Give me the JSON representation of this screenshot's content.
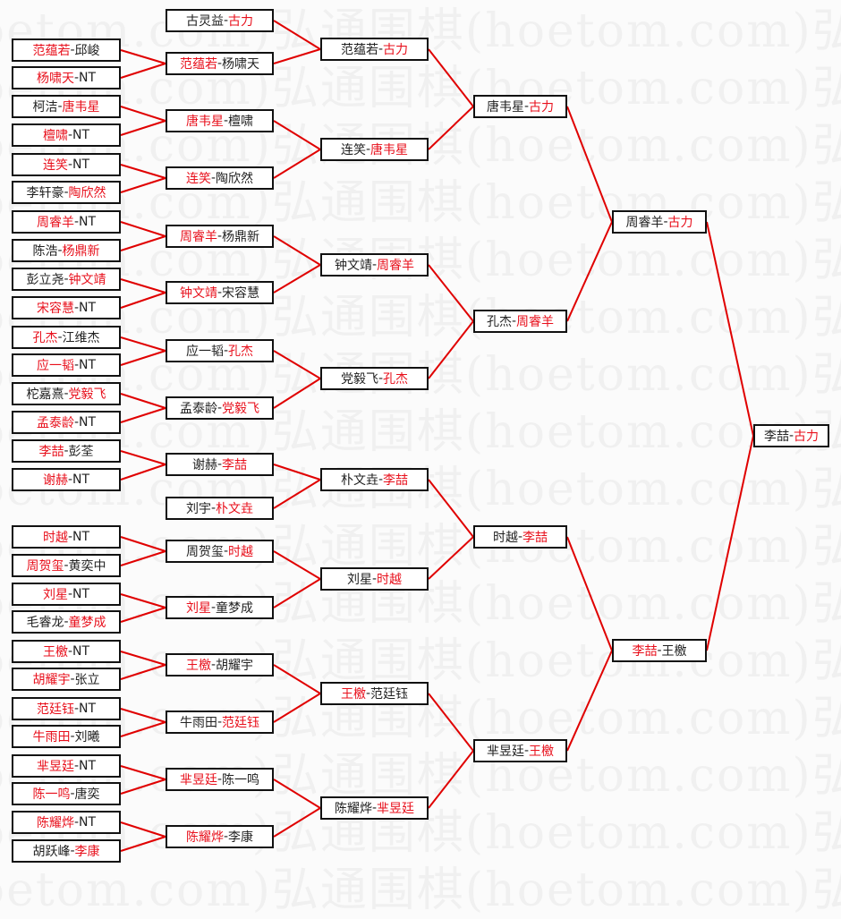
{
  "watermark": "弘通围棋(hoetom.com)",
  "colors": {
    "winner": "#e8101c",
    "line": "#e00000",
    "text": "#222222"
  },
  "separator": "-",
  "rounds": [
    {
      "name": "round-1",
      "matches": [
        {
          "p": [
            "范蕴若",
            "邱峻"
          ],
          "w": 0
        },
        {
          "p": [
            "杨啸天",
            "NT"
          ],
          "w": 0
        },
        {
          "p": [
            "柯洁",
            "唐韦星"
          ],
          "w": 1
        },
        {
          "p": [
            "檀啸",
            "NT"
          ],
          "w": 0
        },
        {
          "p": [
            "连笑",
            "NT"
          ],
          "w": 0
        },
        {
          "p": [
            "李轩豪",
            "陶欣然"
          ],
          "w": 1
        },
        {
          "p": [
            "周睿羊",
            "NT"
          ],
          "w": 0
        },
        {
          "p": [
            "陈浩",
            "杨鼎新"
          ],
          "w": 1
        },
        {
          "p": [
            "彭立尧",
            "钟文靖"
          ],
          "w": 1
        },
        {
          "p": [
            "宋容慧",
            "NT"
          ],
          "w": 0
        },
        {
          "p": [
            "孔杰",
            "江维杰"
          ],
          "w": 0
        },
        {
          "p": [
            "应一韬",
            "NT"
          ],
          "w": 0
        },
        {
          "p": [
            "柁嘉熹",
            "党毅飞"
          ],
          "w": 1
        },
        {
          "p": [
            "孟泰龄",
            "NT"
          ],
          "w": 0
        },
        {
          "p": [
            "李喆",
            "彭荃"
          ],
          "w": 0
        },
        {
          "p": [
            "谢赫",
            "NT"
          ],
          "w": 0
        },
        {
          "p": [
            "时越",
            "NT"
          ],
          "w": 0
        },
        {
          "p": [
            "周贺玺",
            "黄奕中"
          ],
          "w": 0
        },
        {
          "p": [
            "刘星",
            "NT"
          ],
          "w": 0
        },
        {
          "p": [
            "毛睿龙",
            "童梦成"
          ],
          "w": 1
        },
        {
          "p": [
            "王檄",
            "NT"
          ],
          "w": 0
        },
        {
          "p": [
            "胡耀宇",
            "张立"
          ],
          "w": 0
        },
        {
          "p": [
            "范廷钰",
            "NT"
          ],
          "w": 0
        },
        {
          "p": [
            "牛雨田",
            "刘曦"
          ],
          "w": 0
        },
        {
          "p": [
            "芈昱廷",
            "NT"
          ],
          "w": 0
        },
        {
          "p": [
            "陈一鸣",
            "唐奕"
          ],
          "w": 0
        },
        {
          "p": [
            "陈耀烨",
            "NT"
          ],
          "w": 0
        },
        {
          "p": [
            "胡跃峰",
            "李康"
          ],
          "w": 1
        }
      ]
    },
    {
      "name": "round-2",
      "matches": [
        {
          "p": [
            "古灵益",
            "古力"
          ],
          "w": 1
        },
        {
          "p": [
            "范蕴若",
            "杨啸天"
          ],
          "w": 0
        },
        {
          "p": [
            "唐韦星",
            "檀啸"
          ],
          "w": 0
        },
        {
          "p": [
            "连笑",
            "陶欣然"
          ],
          "w": 0
        },
        {
          "p": [
            "周睿羊",
            "杨鼎新"
          ],
          "w": 0
        },
        {
          "p": [
            "钟文靖",
            "宋容慧"
          ],
          "w": 0
        },
        {
          "p": [
            "应一韬",
            "孔杰"
          ],
          "w": 1
        },
        {
          "p": [
            "孟泰龄",
            "党毅飞"
          ],
          "w": 1
        },
        {
          "p": [
            "谢赫",
            "李喆"
          ],
          "w": 1
        },
        {
          "p": [
            "刘宇",
            "朴文垚"
          ],
          "w": 1
        },
        {
          "p": [
            "周贺玺",
            "时越"
          ],
          "w": 1
        },
        {
          "p": [
            "刘星",
            "童梦成"
          ],
          "w": 0
        },
        {
          "p": [
            "王檄",
            "胡耀宇"
          ],
          "w": 0
        },
        {
          "p": [
            "牛雨田",
            "范廷钰"
          ],
          "w": 1
        },
        {
          "p": [
            "芈昱廷",
            "陈一鸣"
          ],
          "w": 0
        },
        {
          "p": [
            "陈耀烨",
            "李康"
          ],
          "w": 0
        }
      ]
    },
    {
      "name": "round-3",
      "matches": [
        {
          "p": [
            "范蕴若",
            "古力"
          ],
          "w": 1
        },
        {
          "p": [
            "连笑",
            "唐韦星"
          ],
          "w": 1
        },
        {
          "p": [
            "钟文靖",
            "周睿羊"
          ],
          "w": 1
        },
        {
          "p": [
            "党毅飞",
            "孔杰"
          ],
          "w": 1
        },
        {
          "p": [
            "朴文垚",
            "李喆"
          ],
          "w": 1
        },
        {
          "p": [
            "刘星",
            "时越"
          ],
          "w": 1
        },
        {
          "p": [
            "王檄",
            "范廷钰"
          ],
          "w": 0
        },
        {
          "p": [
            "陈耀烨",
            "芈昱廷"
          ],
          "w": 1
        }
      ]
    },
    {
      "name": "quarterfinal",
      "matches": [
        {
          "p": [
            "唐韦星",
            "古力"
          ],
          "w": 1
        },
        {
          "p": [
            "孔杰",
            "周睿羊"
          ],
          "w": 1
        },
        {
          "p": [
            "时越",
            "李喆"
          ],
          "w": 1
        },
        {
          "p": [
            "芈昱廷",
            "王檄"
          ],
          "w": 1
        }
      ]
    },
    {
      "name": "semifinal",
      "matches": [
        {
          "p": [
            "周睿羊",
            "古力"
          ],
          "w": 1
        },
        {
          "p": [
            "李喆",
            "王檄"
          ],
          "w": 0
        }
      ]
    },
    {
      "name": "final",
      "matches": [
        {
          "p": [
            "李喆",
            "古力"
          ],
          "w": 1
        }
      ]
    }
  ]
}
